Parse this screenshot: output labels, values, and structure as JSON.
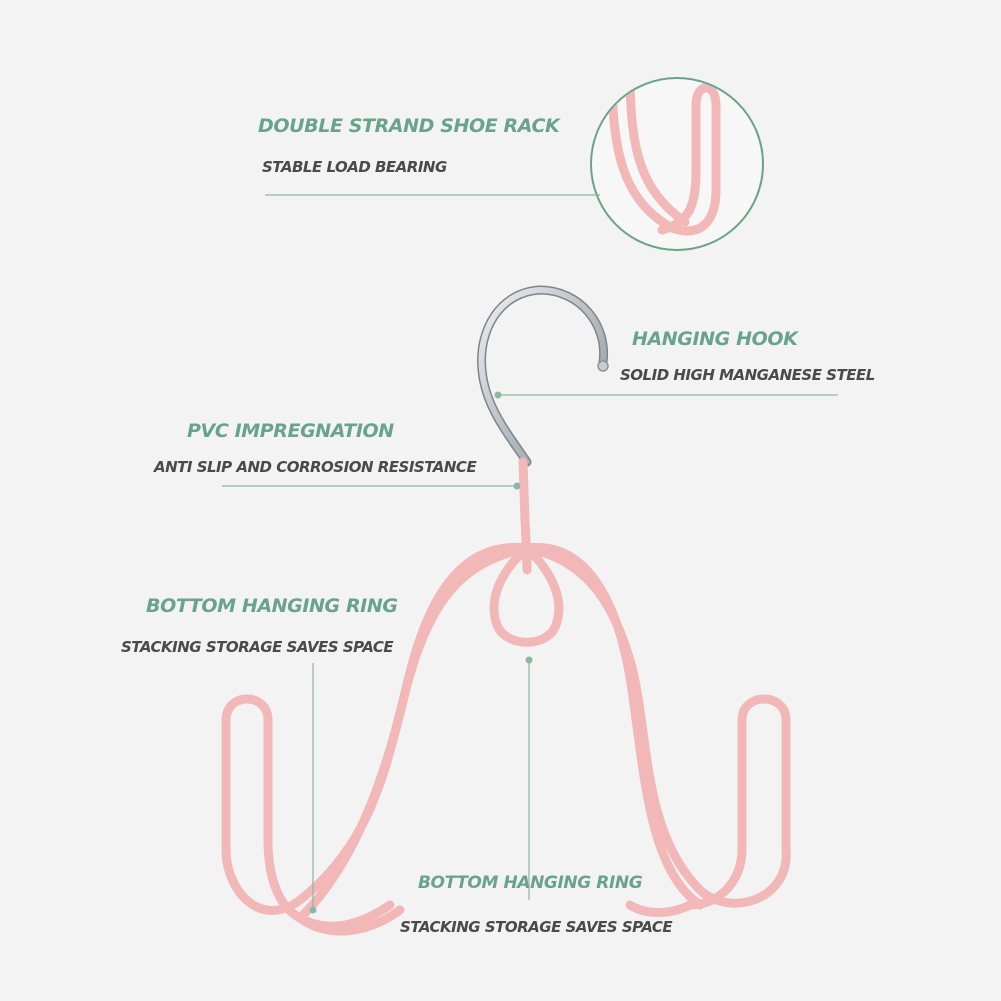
{
  "colors": {
    "background": "#f3f3f3",
    "title": "#6aa38b",
    "subtitle": "#4a4a4a",
    "callout_line": "#8cb7a5",
    "hanger_pink": "#f2b8b8",
    "hook_steel": "#c8ccd0"
  },
  "icons": [
    "shoe-hanger",
    "detail-magnifier-circle"
  ],
  "callouts": {
    "double_strand": {
      "title": "DOUBLE STRAND SHOE RACK",
      "subtitle": "STABLE LOAD BEARING"
    },
    "hanging_hook": {
      "title": "HANGING HOOK",
      "subtitle": "SOLID HIGH MANGANESE STEEL"
    },
    "pvc": {
      "title": "PVC IMPREGNATION",
      "subtitle": "ANTI SLIP AND CORROSION RESISTANCE"
    },
    "ring_left": {
      "title": "BOTTOM HANGING RING",
      "subtitle": "STACKING STORAGE SAVES SPACE"
    },
    "ring_bottom": {
      "title": "BOTTOM HANGING RING",
      "subtitle": "STACKING STORAGE SAVES SPACE"
    }
  }
}
